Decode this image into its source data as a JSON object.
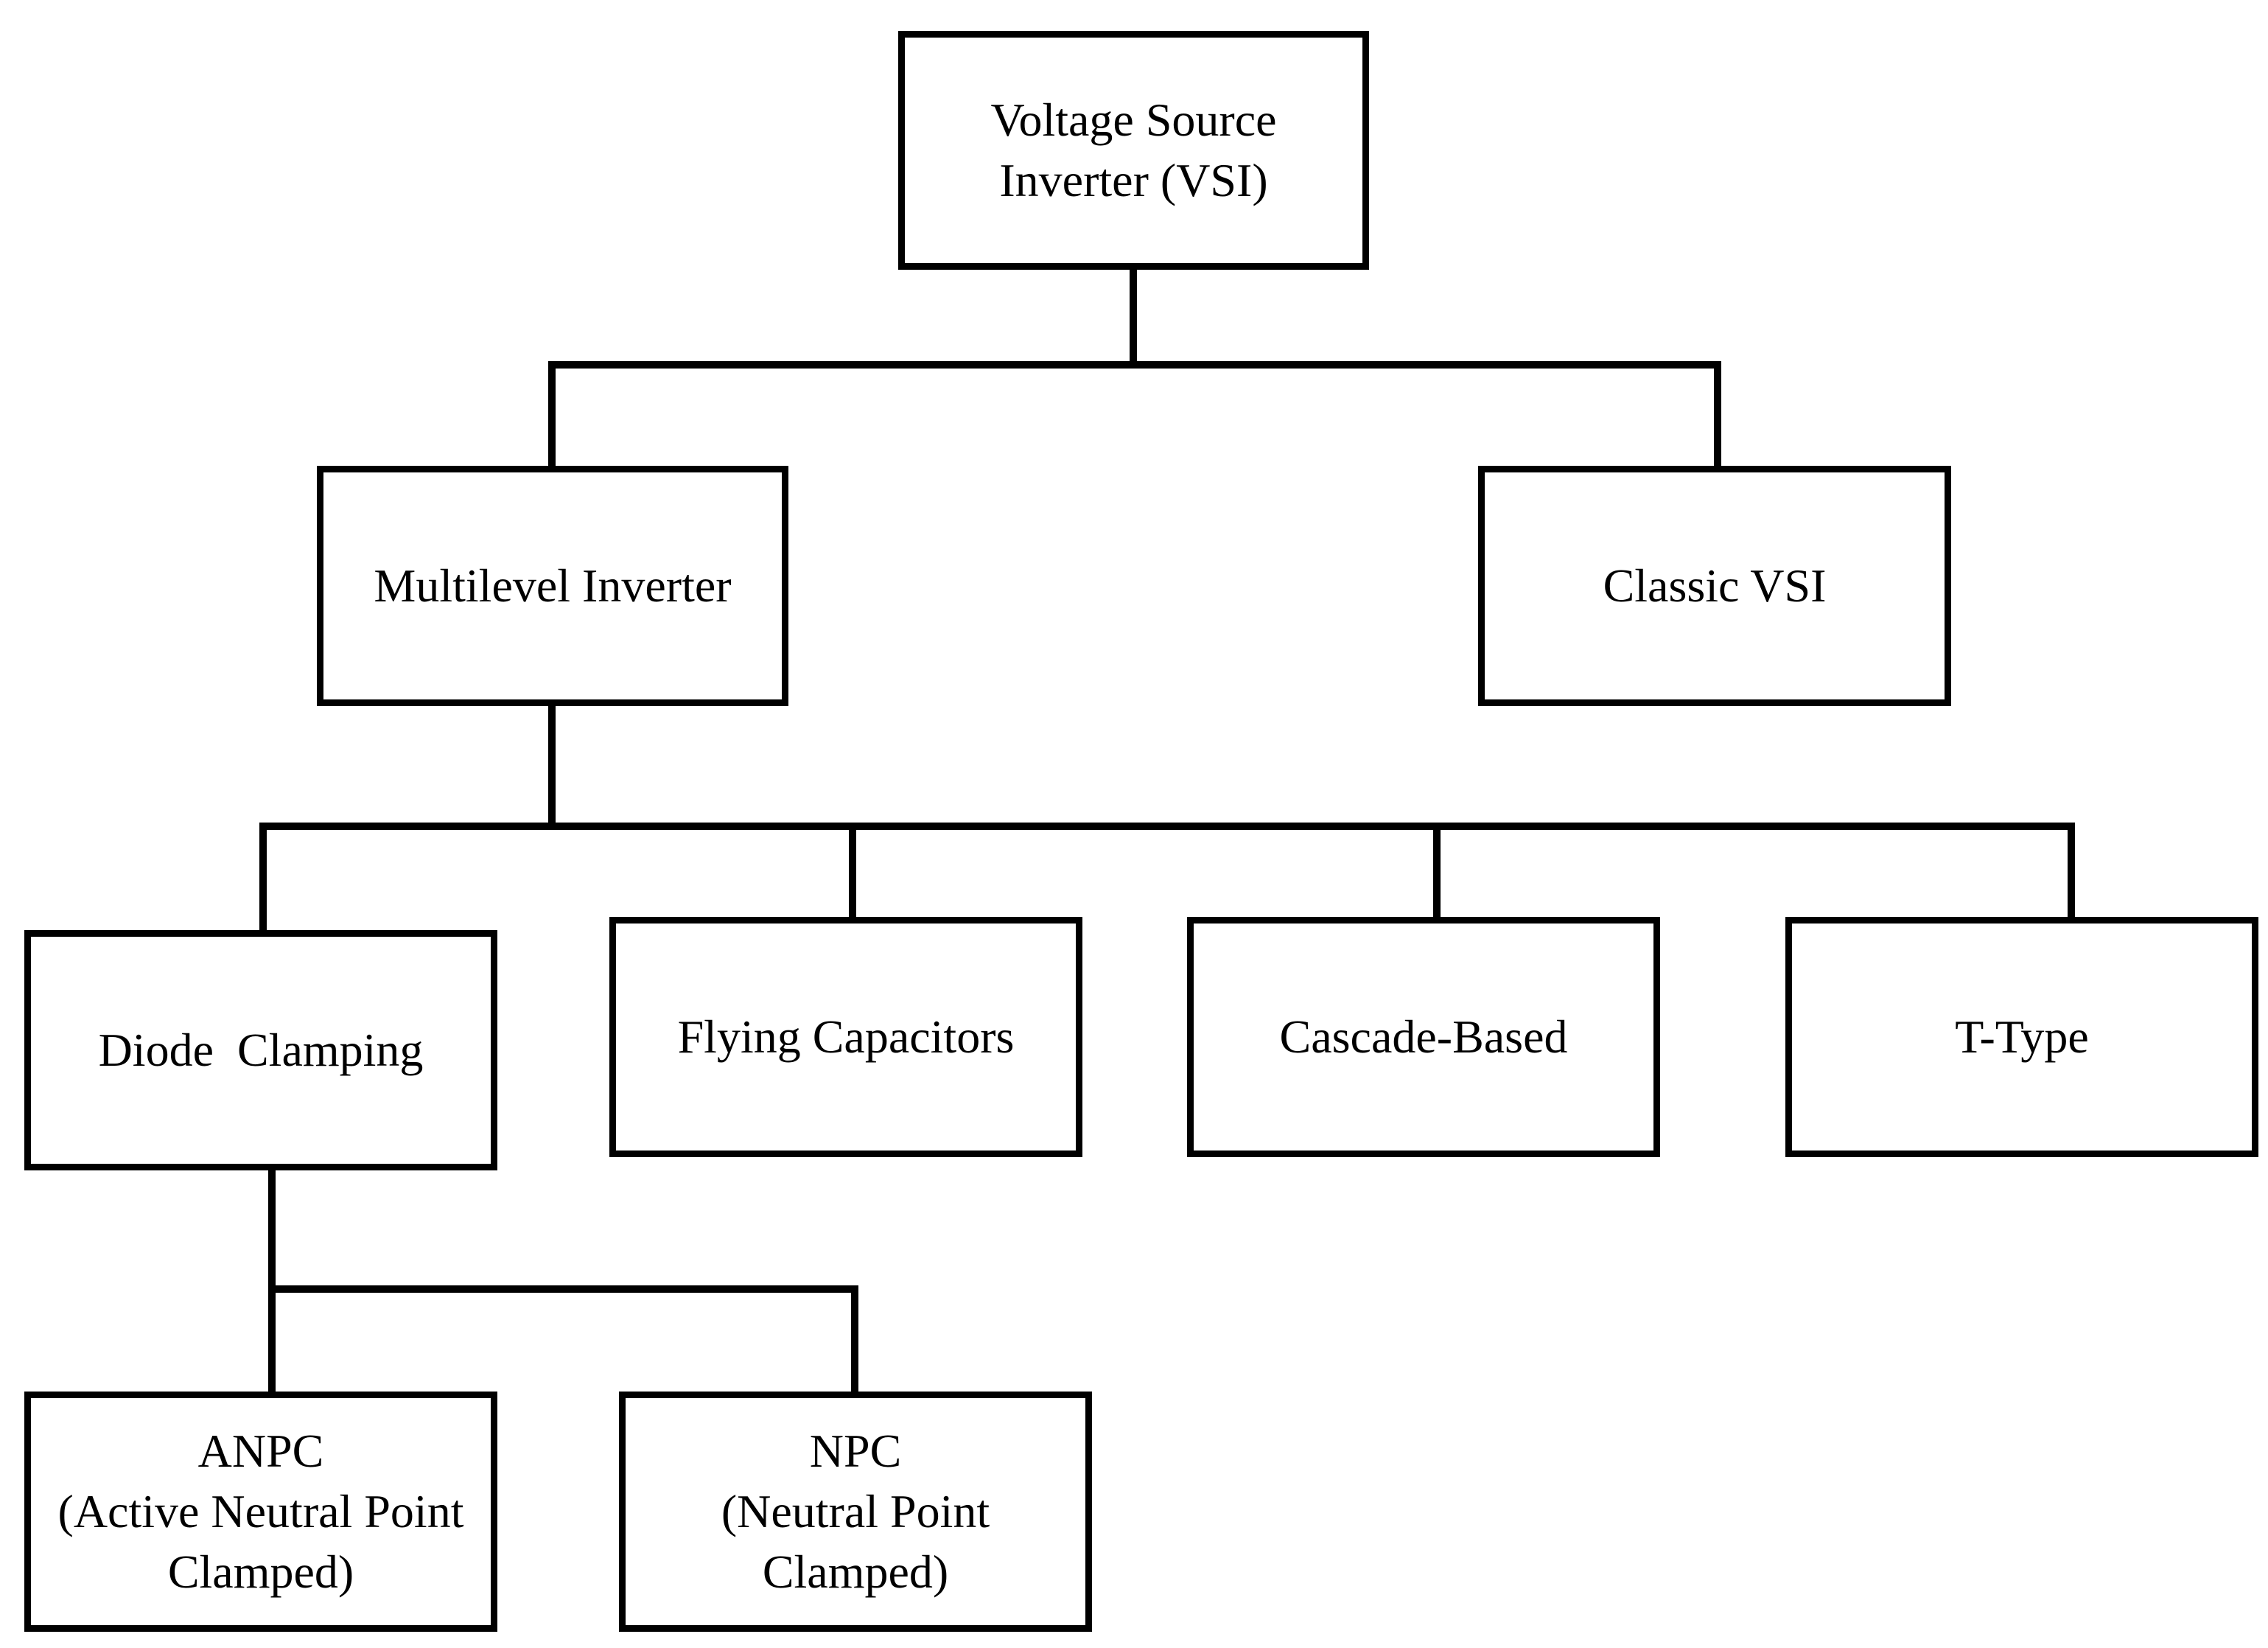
{
  "diagram": {
    "nodes": {
      "root": "Voltage Source\nInverter (VSI)",
      "multilevel": "Multilevel Inverter",
      "classic": "Classic VSI",
      "diode": "Diode  Clamping",
      "flying": "Flying Capacitors",
      "cascade": "Cascade-Based",
      "ttype": "T-Type",
      "anpc": "ANPC\n(Active Neutral Point\nClamped)",
      "npc": "NPC\n(Neutral Point\nClamped)"
    },
    "edges": [
      [
        "root",
        "multilevel"
      ],
      [
        "root",
        "classic"
      ],
      [
        "multilevel",
        "diode"
      ],
      [
        "multilevel",
        "flying"
      ],
      [
        "multilevel",
        "cascade"
      ],
      [
        "multilevel",
        "ttype"
      ],
      [
        "diode",
        "anpc"
      ],
      [
        "diode",
        "npc"
      ]
    ]
  },
  "colors": {
    "line": "#000000",
    "background": "#ffffff"
  }
}
